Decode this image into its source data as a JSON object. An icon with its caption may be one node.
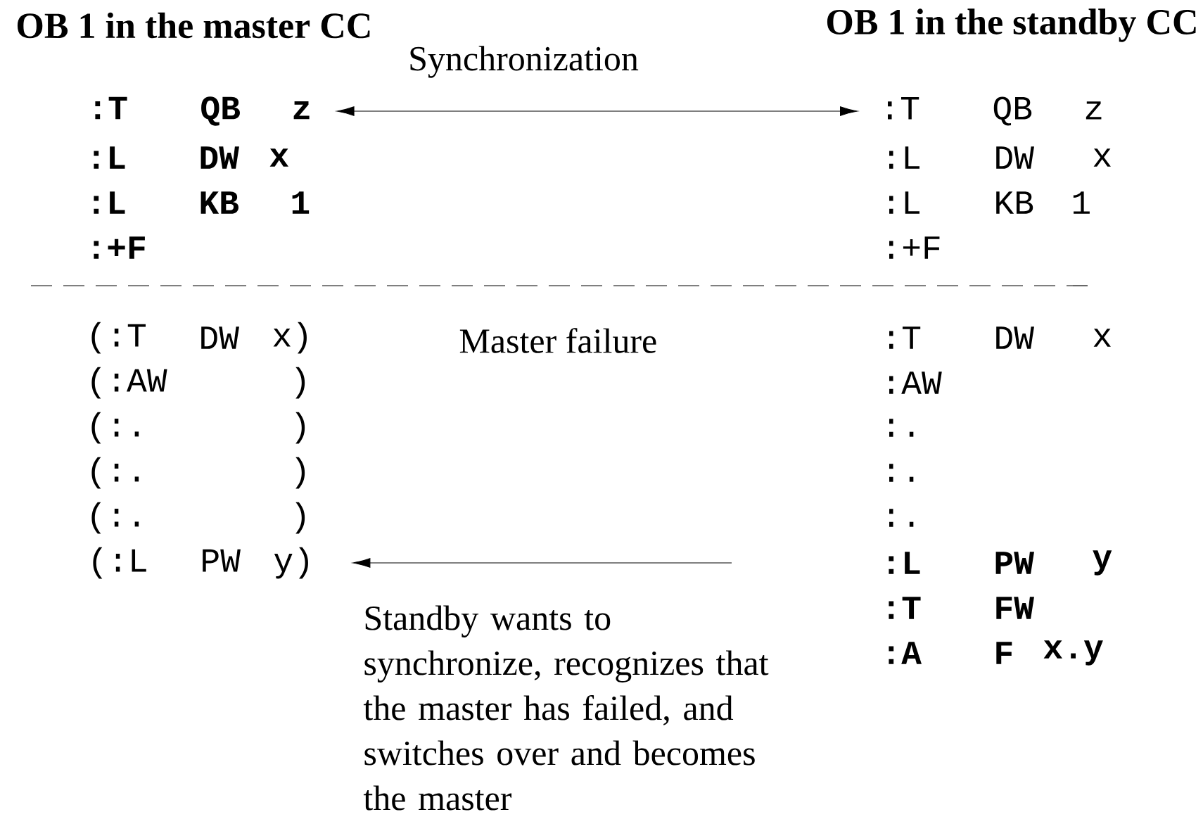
{
  "diagram": {
    "nodes": [
      {
        "text": [
          ":T",
          "QB",
          "z"
        ]
      },
      {
        "text": [
          ":T",
          "QB",
          "z"
        ]
      },
      {
        "text": [
          "(:L",
          "PW",
          "y)"
        ]
      }
    ],
    "edges": [
      {
        "from": 0,
        "to": 1,
        "arrow": "both",
        "label": "Synchronization"
      },
      {
        "from": null,
        "to": 2,
        "arrow": "to"
      }
    ],
    "labels": [
      "OB 1 in the master CC",
      "OB 1 in the standby CC",
      ":L",
      "DW",
      "x",
      ":L",
      "DW",
      "x",
      ":L",
      "KB",
      "1",
      ":L",
      "KB",
      "1",
      ":+F",
      ":+F",
      "(:T",
      "DW",
      "x)",
      "Master failure",
      ":T",
      "DW",
      "x",
      "(:AW",
      ")",
      ":AW",
      "(:.",
      ")",
      ":.",
      "(:.",
      ")",
      ":.",
      "(:.",
      ")",
      ":.",
      ":L",
      "PW",
      "y",
      ":T",
      "FW",
      ":A",
      "F",
      "x.y",
      "Standby wants to synchronize, recognizes that the master has failed, and switches over and becomes the master"
    ]
  }
}
